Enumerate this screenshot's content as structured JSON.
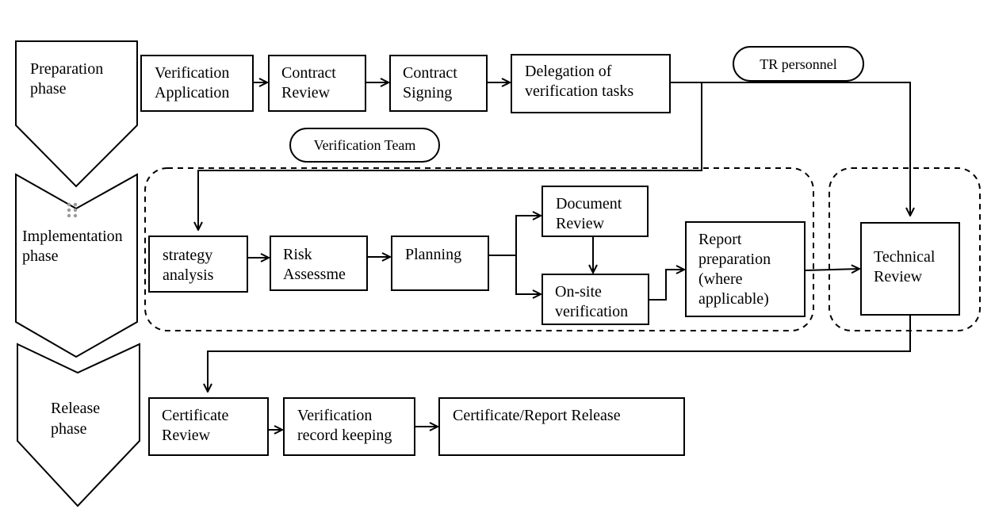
{
  "phases": {
    "preparation": [
      "Preparation",
      "phase"
    ],
    "implementation": [
      "Implementation",
      "phase"
    ],
    "release": [
      "Release",
      "phase"
    ]
  },
  "boxes": {
    "verification_application": [
      "Verification",
      "Application"
    ],
    "contract_review": [
      "Contract",
      "Review"
    ],
    "contract_signing": [
      "Contract",
      "Signing"
    ],
    "delegation": [
      "Delegation of",
      "verification tasks"
    ],
    "strategy_analysis": [
      "strategy",
      "analysis"
    ],
    "risk_assessment": [
      "Risk",
      "Assessme"
    ],
    "planning": [
      "Planning"
    ],
    "document_review": [
      "Document",
      "Review"
    ],
    "onsite_verification": [
      "On-site",
      "verification"
    ],
    "report_preparation": [
      "Report",
      "preparation",
      "(where",
      "applicable)"
    ],
    "technical_review": [
      "Technical",
      "Review"
    ],
    "certificate_review": [
      "Certificate",
      "Review"
    ],
    "record_keeping": [
      "Verification",
      "record keeping"
    ],
    "release": [
      "Certificate/Report Release"
    ]
  },
  "labels": {
    "tr_personnel": "TR personnel",
    "verification_team": "Verification Team"
  }
}
